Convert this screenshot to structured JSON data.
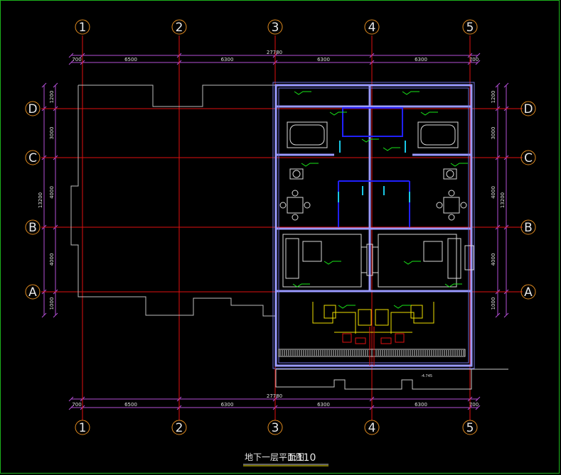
{
  "drawing": {
    "title": "地下一层平面图",
    "scale": "1:110"
  },
  "axes": {
    "columns": [
      "1",
      "2",
      "3",
      "4",
      "5"
    ],
    "rows": [
      "D",
      "C",
      "B",
      "A"
    ]
  },
  "dimensions": {
    "top_total": "27780",
    "bottom_total": "27780",
    "top_segments": [
      "700",
      "6500",
      "6300",
      "6300",
      "6300",
      "700"
    ],
    "bottom_segments": [
      "700",
      "6500",
      "6300",
      "6300",
      "6300",
      "700"
    ],
    "left_segments": [
      "1200",
      "3000",
      "4000",
      "4000",
      "1000"
    ],
    "left_total": "13200",
    "right_segments": [
      "1200",
      "3000",
      "4000",
      "4000",
      "1000"
    ],
    "right_total": "13200"
  },
  "annotations": {
    "elevation_bottom": "-4.745"
  },
  "colors": {
    "background": "#000000",
    "frame": "#1db31d",
    "gridline": "#e01010",
    "dimension": "#b44fd6",
    "wall": "#9a9aff",
    "outline": "#c8c8c8",
    "accent_green": "#19e619",
    "accent_yellow": "#f0e000",
    "accent_cyan": "#19c8e6",
    "accent_blue": "#2020ff"
  }
}
